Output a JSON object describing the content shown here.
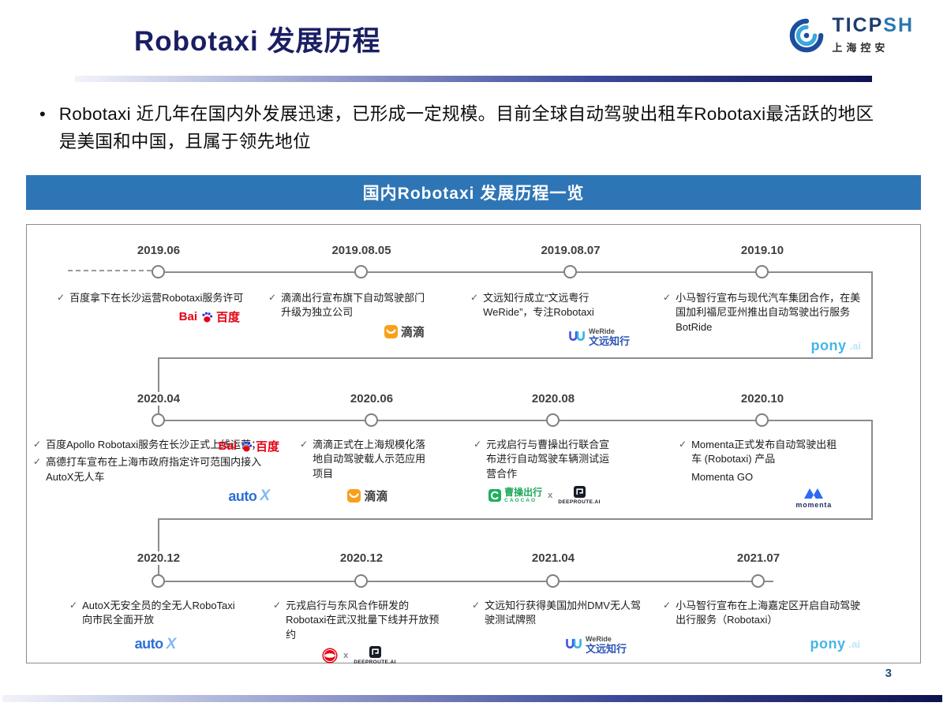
{
  "page": {
    "title": "Robotaxi 发展历程",
    "page_number": "3"
  },
  "brand": {
    "name_primary": "TICP",
    "name_secondary": "SH",
    "subtitle": "上海控安"
  },
  "intro": {
    "bullet": "•",
    "text": "Robotaxi 近几年在国内外发展迅速，已形成一定规模。目前全球自动驾驶出租车Robotaxi最活跃的地区是美国和中国，且属于领先地位"
  },
  "banner": {
    "title": "国内Robotaxi 发展历程一览"
  },
  "checkmark": "✓",
  "cross_separator": "x",
  "timeline": {
    "rows": [
      {
        "items": [
          {
            "date": "2019.06",
            "points": [
              "百度拿下在长沙运营Robotaxi服务许可"
            ]
          },
          {
            "date": "2019.08.05",
            "points": [
              "滴滴出行宣布旗下自动驾驶部门升级为独立公司"
            ]
          },
          {
            "date": "2019.08.07",
            "points": [
              "文远知行成立“文远粤行WeRide”，专注Robotaxi"
            ]
          },
          {
            "date": "2019.10",
            "points": [
              "小马智行宣布与现代汽车集团合作，在美国加利福尼亚州推出自动驾驶出行服务BotRide"
            ]
          }
        ]
      },
      {
        "items": [
          {
            "date": "2020.04",
            "points": [
              "百度Apollo Robotaxi服务在长沙正式上线运营；",
              "高德打车宣布在上海市政府指定许可范围内接入AutoX无人车"
            ]
          },
          {
            "date": "2020.06",
            "points": [
              "滴滴正式在上海规模化落地自动驾驶载人示范应用项目"
            ]
          },
          {
            "date": "2020.08",
            "points": [
              "元戎启行与曹操出行联合宣布进行自动驾驶车辆测试运营合作"
            ]
          },
          {
            "date": "2020.10",
            "points": [
              "Momenta正式发布自动驾驶出租车 (Robotaxi) 产品",
              "Momenta GO"
            ]
          }
        ]
      },
      {
        "items": [
          {
            "date": "2020.12",
            "points": [
              "AutoX无安全员的全无人RoboTaxi向市民全面开放"
            ]
          },
          {
            "date": "2020.12",
            "points": [
              "元戎启行与东风合作研发的Robotaxi在武汉批量下线并开放预约"
            ]
          },
          {
            "date": "2021.04",
            "points": [
              "文远知行获得美国加州DMV无人驾驶测试牌照"
            ]
          },
          {
            "date": "2021.07",
            "points": [
              "小马智行宣布在上海嘉定区开启自动驾驶出行服务（Robotaxi）"
            ]
          }
        ]
      }
    ]
  },
  "logos": {
    "baidu": {
      "latin": "Bai",
      "cn": "百度"
    },
    "didi": {
      "cn": "滴滴"
    },
    "weride": {
      "en": "WeRide",
      "cn": "文远知行"
    },
    "pony": {
      "en": "pony",
      "suffix": ".ai"
    },
    "autox": {
      "prefix": "auto",
      "x": "X"
    },
    "caocao": {
      "cn": "曹操出行",
      "en": "CAOCAO"
    },
    "deeproute": {
      "en": "DEEPROUTE.AI"
    },
    "momenta": {
      "en": "momenta"
    },
    "dongfeng": {
      "icon": "dongfeng-emblem"
    }
  },
  "colors": {
    "banner_blue": "#2E75B6",
    "title_navy": "#1A1E63",
    "line_gray": "#8c8c8c"
  }
}
